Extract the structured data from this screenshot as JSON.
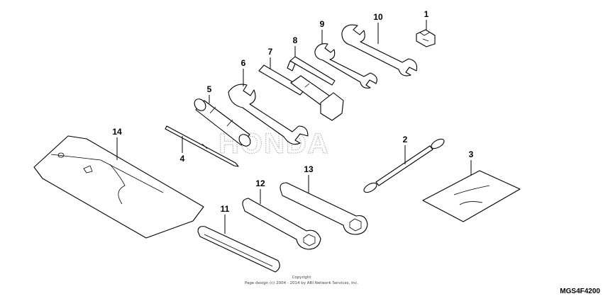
{
  "callouts": {
    "c1": "1",
    "c2": "2",
    "c3": "3",
    "c4": "4",
    "c5": "5",
    "c6": "6",
    "c7": "7",
    "c8": "8",
    "c9": "9",
    "c10": "10",
    "c11": "11",
    "c12": "12",
    "c13": "13",
    "c14": "14"
  },
  "watermark": {
    "brand": "HONDA"
  },
  "footer": {
    "copyright_line1": "Copyright",
    "copyright_line2": "Page design (c) 2004 - 2014 by ARI Network Services, Inc.",
    "diagram_code": "MGS4F4200"
  },
  "icons": {
    "p1": "fuse-clip-icon",
    "p2": "rod-with-loops-icon",
    "p3": "manual-sheet-icon",
    "p4": "screwdriver-icon",
    "p5": "socket-handle-icon",
    "p6": "open-wrench-icon",
    "p7": "spark-plug-wrench-icon",
    "p8": "hex-key-icon",
    "p9": "small-wrench-icon",
    "p10": "double-wrench-icon",
    "p11": "handle-sleeve-icon",
    "p12": "box-wrench-icon",
    "p13": "ring-wrench-icon",
    "p14": "tool-bag-icon"
  }
}
